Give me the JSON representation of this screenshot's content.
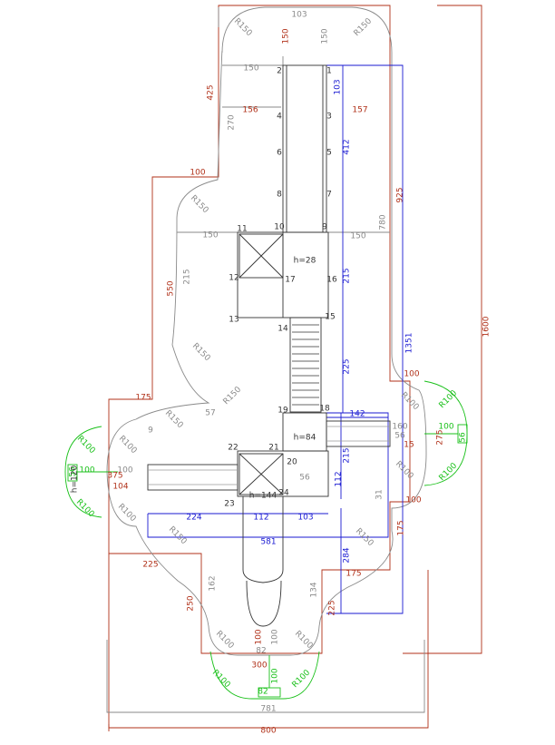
{
  "colors": {
    "red": "#b03018",
    "blue": "#1a1ad2",
    "green": "#19c019",
    "gray": "#8a8a8a",
    "dark": "#333333"
  },
  "labels": [
    {
      "t": "103",
      "c": "gray"
    },
    {
      "t": "R150",
      "c": "gray"
    },
    {
      "t": "150",
      "c": "red"
    },
    {
      "t": "150",
      "c": "gray"
    },
    {
      "t": "R150",
      "c": "gray"
    },
    {
      "t": "425",
      "c": "red"
    },
    {
      "t": "150",
      "c": "gray"
    },
    {
      "t": "2",
      "c": "dark"
    },
    {
      "t": "1",
      "c": "dark"
    },
    {
      "t": "103",
      "c": "blue"
    },
    {
      "t": "270",
      "c": "gray"
    },
    {
      "t": "156",
      "c": "red"
    },
    {
      "t": "4",
      "c": "dark"
    },
    {
      "t": "3",
      "c": "dark"
    },
    {
      "t": "157",
      "c": "red"
    },
    {
      "t": "412",
      "c": "blue"
    },
    {
      "t": "6",
      "c": "dark"
    },
    {
      "t": "5",
      "c": "dark"
    },
    {
      "t": "925",
      "c": "red"
    },
    {
      "t": "100",
      "c": "red"
    },
    {
      "t": "8",
      "c": "dark"
    },
    {
      "t": "7",
      "c": "dark"
    },
    {
      "t": "R150",
      "c": "gray"
    },
    {
      "t": "780",
      "c": "gray"
    },
    {
      "t": "150",
      "c": "gray"
    },
    {
      "t": "11",
      "c": "dark"
    },
    {
      "t": "10",
      "c": "dark"
    },
    {
      "t": "9",
      "c": "dark"
    },
    {
      "t": "150",
      "c": "gray"
    },
    {
      "t": "h=28",
      "c": "dark"
    },
    {
      "t": "550",
      "c": "red"
    },
    {
      "t": "215",
      "c": "gray"
    },
    {
      "t": "12",
      "c": "dark"
    },
    {
      "t": "17",
      "c": "dark"
    },
    {
      "t": "16",
      "c": "dark"
    },
    {
      "t": "215",
      "c": "blue"
    },
    {
      "t": "13",
      "c": "dark"
    },
    {
      "t": "14",
      "c": "dark"
    },
    {
      "t": "15",
      "c": "dark"
    },
    {
      "t": "1351",
      "c": "blue"
    },
    {
      "t": "1600",
      "c": "red"
    },
    {
      "t": "R150",
      "c": "gray"
    },
    {
      "t": "225",
      "c": "blue"
    },
    {
      "t": "100",
      "c": "red"
    },
    {
      "t": "175",
      "c": "red"
    },
    {
      "t": "R150",
      "c": "gray"
    },
    {
      "t": "R100",
      "c": "gray"
    },
    {
      "t": "R100",
      "c": "green"
    },
    {
      "t": "57",
      "c": "gray"
    },
    {
      "t": "19",
      "c": "dark"
    },
    {
      "t": "18",
      "c": "dark"
    },
    {
      "t": "142",
      "c": "blue"
    },
    {
      "t": "R150",
      "c": "gray"
    },
    {
      "t": "160",
      "c": "gray"
    },
    {
      "t": "100",
      "c": "green"
    },
    {
      "t": "56",
      "c": "gray"
    },
    {
      "t": "275",
      "c": "red"
    },
    {
      "t": "56",
      "c": "green"
    },
    {
      "t": "9",
      "c": "gray"
    },
    {
      "t": "h=84",
      "c": "dark"
    },
    {
      "t": "R100",
      "c": "gray"
    },
    {
      "t": "R100",
      "c": "green"
    },
    {
      "t": "22",
      "c": "dark"
    },
    {
      "t": "21",
      "c": "dark"
    },
    {
      "t": "15",
      "c": "red"
    },
    {
      "t": "R100",
      "c": "gray"
    },
    {
      "t": "215",
      "c": "blue"
    },
    {
      "t": "20",
      "c": "dark"
    },
    {
      "t": "R100",
      "c": "green"
    },
    {
      "t": "56",
      "c": "green"
    },
    {
      "t": "100",
      "c": "green"
    },
    {
      "t": "100",
      "c": "gray"
    },
    {
      "t": "h=120",
      "c": "dark"
    },
    {
      "t": "375",
      "c": "red"
    },
    {
      "t": "56",
      "c": "gray"
    },
    {
      "t": "104",
      "c": "red"
    },
    {
      "t": "112",
      "c": "blue"
    },
    {
      "t": "31",
      "c": "gray"
    },
    {
      "t": "R100",
      "c": "green"
    },
    {
      "t": "R100",
      "c": "gray"
    },
    {
      "t": "23",
      "c": "dark"
    },
    {
      "t": "h=144",
      "c": "dark"
    },
    {
      "t": "24",
      "c": "dark"
    },
    {
      "t": "100",
      "c": "red"
    },
    {
      "t": "224",
      "c": "blue"
    },
    {
      "t": "112",
      "c": "blue"
    },
    {
      "t": "103",
      "c": "blue"
    },
    {
      "t": "175",
      "c": "red"
    },
    {
      "t": "R150",
      "c": "gray"
    },
    {
      "t": "581",
      "c": "blue"
    },
    {
      "t": "R150",
      "c": "gray"
    },
    {
      "t": "225",
      "c": "red"
    },
    {
      "t": "284",
      "c": "blue"
    },
    {
      "t": "175",
      "c": "red"
    },
    {
      "t": "162",
      "c": "gray"
    },
    {
      "t": "134",
      "c": "gray"
    },
    {
      "t": "250",
      "c": "red"
    },
    {
      "t": "225",
      "c": "red"
    },
    {
      "t": "R100",
      "c": "gray"
    },
    {
      "t": "100",
      "c": "red"
    },
    {
      "t": "100",
      "c": "gray"
    },
    {
      "t": "R100",
      "c": "gray"
    },
    {
      "t": "82",
      "c": "gray"
    },
    {
      "t": "300",
      "c": "red"
    },
    {
      "t": "R100",
      "c": "green"
    },
    {
      "t": "100",
      "c": "green"
    },
    {
      "t": "R100",
      "c": "green"
    },
    {
      "t": "82",
      "c": "green"
    },
    {
      "t": "781",
      "c": "gray"
    },
    {
      "t": "800",
      "c": "red"
    }
  ]
}
